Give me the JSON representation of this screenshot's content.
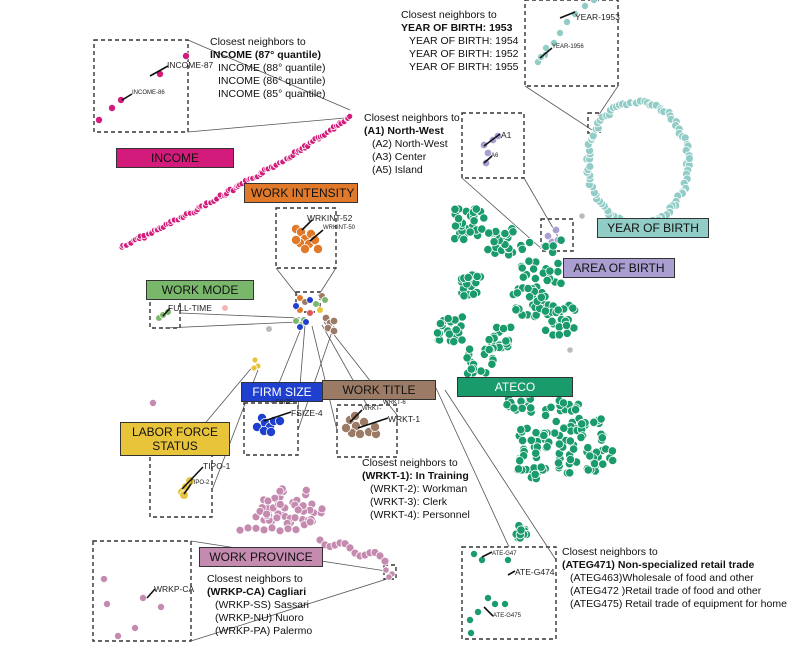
{
  "category_labels": {
    "income": "INCOME",
    "work_intensity": "WORK INTENSITY",
    "work_mode": "WORK MODE",
    "firm_size": "FIRM SIZE",
    "work_title": "WORK TITLE",
    "ateco": "ATECO",
    "labor_force_status": "LABOR FORCE STATUS",
    "work_province": "WORK PROVINCE",
    "year_of_birth": "YEAR OF BIRTH",
    "area_of_birth": "AREA OF BIRTH"
  },
  "colors": {
    "income": "#d21b7a",
    "work_intensity": "#e07a2a",
    "work_mode": "#79b86b",
    "firm_size": "#1f3fcf",
    "work_title": "#9c7b66",
    "ateco": "#1a9b6b",
    "labor_force_status": "#e8c43a",
    "work_province": "#c58aaf",
    "year_of_birth": "#92ccc6",
    "area_of_birth": "#aa9ed0"
  },
  "neighbors": {
    "year_of_birth": {
      "header": "Closest neighbors to",
      "target": "YEAR OF BIRTH: 1953",
      "items": [
        "YEAR OF BIRTH: 1954",
        "YEAR OF BIRTH: 1952",
        "YEAR OF BIRTH: 1955"
      ]
    },
    "income": {
      "header": "Closest neighbors to",
      "target": "INCOME (87° quantile)",
      "items": [
        "INCOME (88° quantile)",
        "INCOME (86° quantile)",
        "INCOME (85° quantile)"
      ]
    },
    "area_of_birth": {
      "header": "Closest neighbors to",
      "target": "(A1) North-West",
      "items": [
        "(A2) North-West",
        "(A3) Center",
        "(A5) Island"
      ]
    },
    "work_title": {
      "header": "Closest neighbors to",
      "target": "(WRKT-1): In Training",
      "items": [
        "(WRKT-2): Workman",
        "(WRKT-3): Clerk",
        "(WRKT-4): Personnel"
      ]
    },
    "work_province": {
      "header": "Closest neighbors to",
      "target": "(WRKP-CA) Cagliari",
      "items": [
        "(WRKP-SS) Sassari",
        "(WRKP-NU) Nuoro",
        "(WRKP-PA) Palermo"
      ]
    },
    "ateco": {
      "header": "Closest neighbors to",
      "target": "(ATEG471) Non-specialized retail trade",
      "items": [
        "(ATEG463)Wholesale of food and other",
        "(ATEG472 )Retail trade of food and other",
        "(ATEG475) Retail trade of equipment for home"
      ]
    }
  },
  "annotations": {
    "year_1953": "YEAR-1953",
    "year_1956": "YEAR-1956",
    "income_87": "INCOME-87",
    "income_86": "INCOME-86",
    "a1": "A1",
    "a6": "A6",
    "wrkint_52": "WRKINT-52",
    "wrkint_50": "WRKINT-50",
    "full_time": "FULL-TIME",
    "firmsize_4": "FSIZE-4",
    "firmsize_small": "FSIZE",
    "wrkt_1": "WRKT-1",
    "wrkt_small": "WRKT-6",
    "wrkt_small2": "WRKT-",
    "tipo_1": "TIPO-1",
    "tipo_2": "TIPO-2",
    "wrkp_ca": "WRKP-CA",
    "ateg_471": "ATE-G47",
    "ateg_474": "ATE-G474",
    "ateg_475": "ATE-G475"
  }
}
